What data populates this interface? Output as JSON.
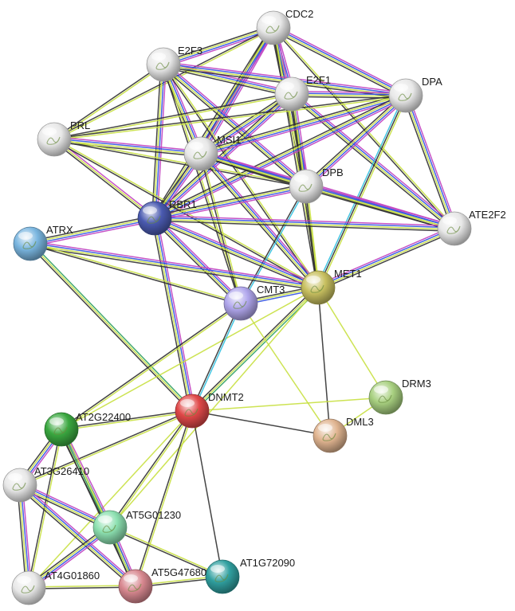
{
  "network": {
    "nodes": [
      {
        "id": "CDC2",
        "label": "CDC2",
        "color": "#e8e8e8"
      },
      {
        "id": "E2F3",
        "label": "E2F3",
        "color": "#e8e8e8"
      },
      {
        "id": "E2F1",
        "label": "E2F1",
        "color": "#e8e8e8"
      },
      {
        "id": "DPA",
        "label": "DPA",
        "color": "#e8e8e8"
      },
      {
        "id": "PRL",
        "label": "PRL",
        "color": "#e8e8e8"
      },
      {
        "id": "MSI1",
        "label": "MSI1",
        "color": "#e8e8e8"
      },
      {
        "id": "DPB",
        "label": "DPB",
        "color": "#e8e8e8"
      },
      {
        "id": "RBR1",
        "label": "RBR1",
        "color": "#4a5ab0"
      },
      {
        "id": "ATE2F2",
        "label": "ATE2F2",
        "color": "#e8e8e8"
      },
      {
        "id": "ATRX",
        "label": "ATRX",
        "color": "#7ab6e0"
      },
      {
        "id": "MET1",
        "label": "MET1",
        "color": "#c8c060"
      },
      {
        "id": "CMT3",
        "label": "CMT3",
        "color": "#b0a6ec"
      },
      {
        "id": "DRM3",
        "label": "DRM3",
        "color": "#a8d080"
      },
      {
        "id": "DNMT2",
        "label": "DNMT2",
        "color": "#e04848"
      },
      {
        "id": "DML3",
        "label": "DML3",
        "color": "#e0b490"
      },
      {
        "id": "AT2G22400",
        "label": "AT2G22400",
        "color": "#3aa840"
      },
      {
        "id": "AT3G26410",
        "label": "AT3G26410",
        "color": "#e8e8e8"
      },
      {
        "id": "AT5G01230",
        "label": "AT5G01230",
        "color": "#8ce0b0"
      },
      {
        "id": "AT1G72090",
        "label": "AT1G72090",
        "color": "#30a0a0"
      },
      {
        "id": "AT4G01860",
        "label": "AT4G01860",
        "color": "#e8e8e8"
      },
      {
        "id": "AT5G47680",
        "label": "AT5G47680",
        "color": "#d88890"
      }
    ],
    "edge_colors": {
      "magenta": "#c040c0",
      "blue": "#3050e0",
      "yellow": "#c8e040",
      "black": "#303030",
      "green": "#30a060",
      "cyan": "#30c0e0"
    },
    "edges": [
      {
        "source": "CDC2",
        "target": "E2F3",
        "types": [
          "magenta",
          "blue",
          "yellow",
          "black"
        ]
      },
      {
        "source": "CDC2",
        "target": "E2F1",
        "types": [
          "magenta",
          "blue",
          "yellow",
          "black"
        ]
      },
      {
        "source": "CDC2",
        "target": "DPA",
        "types": [
          "magenta",
          "blue",
          "yellow",
          "black"
        ]
      },
      {
        "source": "CDC2",
        "target": "PRL",
        "types": [
          "yellow",
          "black"
        ]
      },
      {
        "source": "CDC2",
        "target": "MSI1",
        "types": [
          "magenta",
          "blue",
          "yellow",
          "black"
        ]
      },
      {
        "source": "CDC2",
        "target": "DPB",
        "types": [
          "magenta",
          "blue",
          "yellow",
          "black"
        ]
      },
      {
        "source": "CDC2",
        "target": "RBR1",
        "types": [
          "magenta",
          "blue",
          "yellow",
          "black"
        ]
      },
      {
        "source": "CDC2",
        "target": "MET1",
        "types": [
          "yellow",
          "black"
        ]
      },
      {
        "source": "CDC2",
        "target": "ATE2F2",
        "types": [
          "yellow",
          "black"
        ]
      },
      {
        "source": "E2F3",
        "target": "E2F1",
        "types": [
          "magenta",
          "blue",
          "yellow",
          "black"
        ]
      },
      {
        "source": "E2F3",
        "target": "DPA",
        "types": [
          "magenta",
          "blue",
          "yellow",
          "black"
        ]
      },
      {
        "source": "E2F3",
        "target": "MSI1",
        "types": [
          "magenta",
          "blue",
          "yellow",
          "black"
        ]
      },
      {
        "source": "E2F3",
        "target": "DPB",
        "types": [
          "magenta",
          "blue",
          "yellow",
          "black"
        ]
      },
      {
        "source": "E2F3",
        "target": "RBR1",
        "types": [
          "magenta",
          "blue",
          "yellow",
          "black"
        ]
      },
      {
        "source": "E2F3",
        "target": "PRL",
        "types": [
          "yellow",
          "black"
        ]
      },
      {
        "source": "E2F3",
        "target": "MET1",
        "types": [
          "yellow",
          "black"
        ]
      },
      {
        "source": "E2F3",
        "target": "CMT3",
        "types": [
          "yellow",
          "black"
        ]
      },
      {
        "source": "E2F1",
        "target": "DPA",
        "types": [
          "magenta",
          "blue",
          "yellow",
          "black"
        ]
      },
      {
        "source": "E2F1",
        "target": "MSI1",
        "types": [
          "magenta",
          "blue",
          "yellow",
          "black"
        ]
      },
      {
        "source": "E2F1",
        "target": "DPB",
        "types": [
          "magenta",
          "blue",
          "yellow",
          "black"
        ]
      },
      {
        "source": "E2F1",
        "target": "RBR1",
        "types": [
          "magenta",
          "blue",
          "yellow",
          "black"
        ]
      },
      {
        "source": "E2F1",
        "target": "PRL",
        "types": [
          "yellow",
          "black"
        ]
      },
      {
        "source": "E2F1",
        "target": "MET1",
        "types": [
          "yellow",
          "black"
        ]
      },
      {
        "source": "E2F1",
        "target": "ATE2F2",
        "types": [
          "magenta",
          "blue",
          "yellow",
          "black"
        ]
      },
      {
        "source": "DPA",
        "target": "MSI1",
        "types": [
          "magenta",
          "blue",
          "yellow",
          "black"
        ]
      },
      {
        "source": "DPA",
        "target": "DPB",
        "types": [
          "magenta",
          "blue",
          "yellow",
          "black"
        ]
      },
      {
        "source": "DPA",
        "target": "RBR1",
        "types": [
          "magenta",
          "blue",
          "yellow",
          "black"
        ]
      },
      {
        "source": "DPA",
        "target": "PRL",
        "types": [
          "yellow",
          "black"
        ]
      },
      {
        "source": "DPA",
        "target": "MET1",
        "types": [
          "yellow",
          "black",
          "cyan"
        ]
      },
      {
        "source": "DPA",
        "target": "ATE2F2",
        "types": [
          "magenta",
          "blue",
          "yellow",
          "black"
        ]
      },
      {
        "source": "PRL",
        "target": "MSI1",
        "types": [
          "magenta",
          "blue",
          "yellow",
          "black"
        ]
      },
      {
        "source": "PRL",
        "target": "RBR1",
        "types": [
          "magenta",
          "yellow",
          "black"
        ]
      },
      {
        "source": "PRL",
        "target": "DPB",
        "types": [
          "yellow",
          "black"
        ]
      },
      {
        "source": "PRL",
        "target": "MET1",
        "types": [
          "yellow",
          "black"
        ]
      },
      {
        "source": "MSI1",
        "target": "DPB",
        "types": [
          "magenta",
          "blue",
          "yellow",
          "black"
        ]
      },
      {
        "source": "MSI1",
        "target": "RBR1",
        "types": [
          "magenta",
          "blue",
          "yellow",
          "black"
        ]
      },
      {
        "source": "MSI1",
        "target": "ATE2F2",
        "types": [
          "magenta",
          "blue",
          "yellow",
          "black"
        ]
      },
      {
        "source": "MSI1",
        "target": "MET1",
        "types": [
          "magenta",
          "blue",
          "yellow",
          "black"
        ]
      },
      {
        "source": "MSI1",
        "target": "CMT3",
        "types": [
          "yellow",
          "black"
        ]
      },
      {
        "source": "DPB",
        "target": "RBR1",
        "types": [
          "magenta",
          "blue",
          "yellow",
          "black"
        ]
      },
      {
        "source": "DPB",
        "target": "ATE2F2",
        "types": [
          "magenta",
          "blue",
          "yellow",
          "black"
        ]
      },
      {
        "source": "DPB",
        "target": "MET1",
        "types": [
          "yellow",
          "black"
        ]
      },
      {
        "source": "DPB",
        "target": "CMT3",
        "types": [
          "cyan",
          "black"
        ]
      },
      {
        "source": "RBR1",
        "target": "ATE2F2",
        "types": [
          "magenta",
          "blue",
          "yellow",
          "black"
        ]
      },
      {
        "source": "RBR1",
        "target": "ATRX",
        "types": [
          "magenta",
          "blue",
          "yellow",
          "black"
        ]
      },
      {
        "source": "RBR1",
        "target": "MET1",
        "types": [
          "magenta",
          "blue",
          "yellow",
          "black"
        ]
      },
      {
        "source": "RBR1",
        "target": "CMT3",
        "types": [
          "magenta",
          "blue",
          "yellow",
          "black"
        ]
      },
      {
        "source": "RBR1",
        "target": "DNMT2",
        "types": [
          "magenta",
          "blue",
          "yellow",
          "black"
        ]
      },
      {
        "source": "ATRX",
        "target": "MET1",
        "types": [
          "magenta",
          "blue",
          "yellow",
          "black"
        ]
      },
      {
        "source": "ATRX",
        "target": "CMT3",
        "types": [
          "yellow",
          "black"
        ]
      },
      {
        "source": "ATRX",
        "target": "DNMT2",
        "types": [
          "green",
          "yellow",
          "black"
        ]
      },
      {
        "source": "MET1",
        "target": "CMT3",
        "types": [
          "blue",
          "yellow",
          "black"
        ]
      },
      {
        "source": "MET1",
        "target": "DRM3",
        "types": [
          "yellow"
        ]
      },
      {
        "source": "MET1",
        "target": "DML3",
        "types": [
          "black"
        ]
      },
      {
        "source": "MET1",
        "target": "DNMT2",
        "types": [
          "green",
          "yellow",
          "black"
        ]
      },
      {
        "source": "MET1",
        "target": "AT2G22400",
        "types": [
          "yellow"
        ]
      },
      {
        "source": "MET1",
        "target": "AT5G01230",
        "types": [
          "yellow"
        ]
      },
      {
        "source": "MET1",
        "target": "ATE2F2",
        "types": [
          "magenta",
          "blue",
          "yellow",
          "black"
        ]
      },
      {
        "source": "CMT3",
        "target": "DNMT2",
        "types": [
          "cyan",
          "black"
        ]
      },
      {
        "source": "CMT3",
        "target": "DML3",
        "types": [
          "yellow"
        ]
      },
      {
        "source": "CMT3",
        "target": "AT2G22400",
        "types": [
          "yellow",
          "black"
        ]
      },
      {
        "source": "DNMT2",
        "target": "DRM3",
        "types": [
          "yellow"
        ]
      },
      {
        "source": "DNMT2",
        "target": "DML3",
        "types": [
          "black"
        ]
      },
      {
        "source": "DNMT2",
        "target": "AT2G22400",
        "types": [
          "yellow",
          "black"
        ]
      },
      {
        "source": "DNMT2",
        "target": "AT3G26410",
        "types": [
          "yellow",
          "black"
        ]
      },
      {
        "source": "DNMT2",
        "target": "AT5G01230",
        "types": [
          "yellow",
          "black"
        ]
      },
      {
        "source": "DNMT2",
        "target": "AT1G72090",
        "types": [
          "black"
        ]
      },
      {
        "source": "DNMT2",
        "target": "AT5G47680",
        "types": [
          "yellow",
          "black"
        ]
      },
      {
        "source": "DNMT2",
        "target": "AT4G01860",
        "types": [
          "yellow"
        ]
      },
      {
        "source": "DRM3",
        "target": "DML3",
        "types": [
          "yellow"
        ]
      },
      {
        "source": "AT2G22400",
        "target": "AT3G26410",
        "types": [
          "magenta",
          "blue",
          "yellow",
          "black"
        ]
      },
      {
        "source": "AT2G22400",
        "target": "AT5G01230",
        "types": [
          "magenta",
          "blue",
          "yellow",
          "black"
        ]
      },
      {
        "source": "AT2G22400",
        "target": "AT5G47680",
        "types": [
          "yellow",
          "green",
          "black"
        ]
      },
      {
        "source": "AT2G22400",
        "target": "AT4G01860",
        "types": [
          "yellow",
          "black"
        ]
      },
      {
        "source": "AT3G26410",
        "target": "AT5G01230",
        "types": [
          "magenta",
          "blue",
          "yellow",
          "black"
        ]
      },
      {
        "source": "AT3G26410",
        "target": "AT4G01860",
        "types": [
          "magenta",
          "blue",
          "yellow",
          "black"
        ]
      },
      {
        "source": "AT3G26410",
        "target": "AT5G47680",
        "types": [
          "magenta",
          "blue",
          "yellow",
          "black"
        ]
      },
      {
        "source": "AT5G01230",
        "target": "AT4G01860",
        "types": [
          "magenta",
          "blue",
          "yellow",
          "black"
        ]
      },
      {
        "source": "AT5G01230",
        "target": "AT5G47680",
        "types": [
          "magenta",
          "blue",
          "yellow",
          "black"
        ]
      },
      {
        "source": "AT5G01230",
        "target": "AT1G72090",
        "types": [
          "yellow",
          "black"
        ]
      },
      {
        "source": "AT4G01860",
        "target": "AT5G47680",
        "types": [
          "yellow",
          "black"
        ]
      },
      {
        "source": "AT5G47680",
        "target": "AT1G72090",
        "types": [
          "yellow",
          "black"
        ]
      }
    ]
  }
}
